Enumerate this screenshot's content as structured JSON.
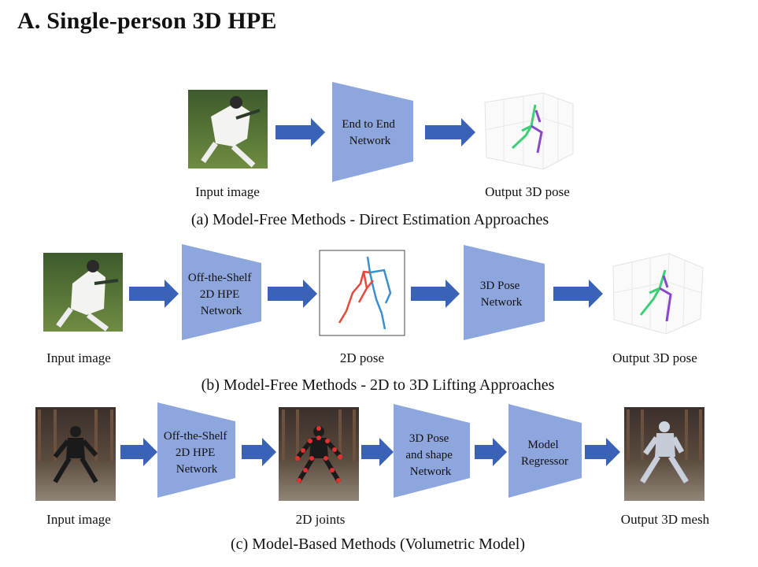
{
  "title": "A. Single-person 3D HPE",
  "colors": {
    "block": "#8ea6de",
    "arrow": "#3a63b8",
    "green": "#3dcf76",
    "purple": "#8a48c8",
    "red": "#e5493a",
    "blue": "#3b8fd1"
  },
  "panel_a": {
    "network_lines": [
      "End to End",
      "Network"
    ],
    "input_label": "Input image",
    "output_label": "Output 3D pose",
    "caption": "(a) Model-Free Methods - Direct Estimation Approaches"
  },
  "panel_b": {
    "network1_lines": [
      "Off-the-Shelf",
      "2D HPE",
      "Network"
    ],
    "network2_lines": [
      "3D Pose",
      "Network"
    ],
    "input_label": "Input image",
    "pose2d_label": "2D pose",
    "output_label": "Output 3D pose",
    "caption": "(b) Model-Free Methods - 2D to 3D Lifting Approaches"
  },
  "panel_c": {
    "network1_lines": [
      "Off-the-Shelf",
      "2D HPE",
      "Network"
    ],
    "network2_lines": [
      "3D Pose",
      "and shape",
      "Network"
    ],
    "network3_lines": [
      "Model",
      "Regressor"
    ],
    "input_label": "Input image",
    "joints_label": "2D joints",
    "output_label": "Output 3D mesh",
    "caption": "(c) Model-Based Methods (Volumetric Model)"
  }
}
